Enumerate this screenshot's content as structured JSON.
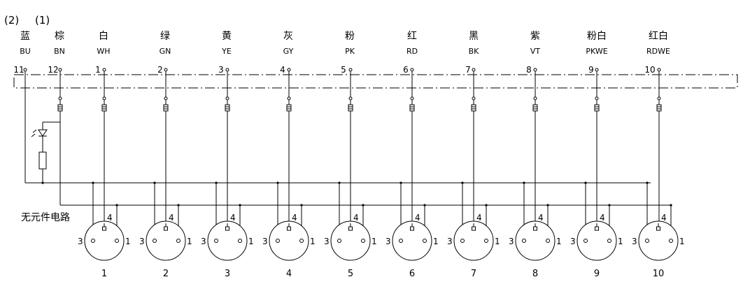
{
  "header": {
    "label_2": "(2)",
    "label_1": "(1)"
  },
  "wires": [
    {
      "cn": "蓝",
      "code": "BU",
      "num": "11"
    },
    {
      "cn": "棕",
      "code": "BN",
      "num": "12"
    },
    {
      "cn": "白",
      "code": "WH",
      "num": "1"
    },
    {
      "cn": "绿",
      "code": "GN",
      "num": "2"
    },
    {
      "cn": "黄",
      "code": "YE",
      "num": "3"
    },
    {
      "cn": "灰",
      "code": "GY",
      "num": "4"
    },
    {
      "cn": "粉",
      "code": "PK",
      "num": "5"
    },
    {
      "cn": "红",
      "code": "RD",
      "num": "6"
    },
    {
      "cn": "黑",
      "code": "BK",
      "num": "7"
    },
    {
      "cn": "紫",
      "code": "VT",
      "num": "8"
    },
    {
      "cn": "粉白",
      "code": "PKWE",
      "num": "9"
    },
    {
      "cn": "红白",
      "code": "RDWE",
      "num": "10"
    }
  ],
  "note": "无元件电路",
  "ports": [
    {
      "label": "1",
      "pin4": "4",
      "pin3": "3",
      "pin1": "1"
    },
    {
      "label": "2",
      "pin4": "4",
      "pin3": "3",
      "pin1": "1"
    },
    {
      "label": "3",
      "pin4": "4",
      "pin3": "3",
      "pin1": "1"
    },
    {
      "label": "4",
      "pin4": "4",
      "pin3": "3",
      "pin1": "1"
    },
    {
      "label": "5",
      "pin4": "4",
      "pin3": "3",
      "pin1": "1"
    },
    {
      "label": "6",
      "pin4": "4",
      "pin3": "3",
      "pin1": "1"
    },
    {
      "label": "7",
      "pin4": "4",
      "pin3": "3",
      "pin1": "1"
    },
    {
      "label": "8",
      "pin4": "4",
      "pin3": "3",
      "pin1": "1"
    },
    {
      "label": "9",
      "pin4": "4",
      "pin3": "3",
      "pin1": "1"
    },
    {
      "label": "10",
      "pin4": "4",
      "pin3": "3",
      "pin1": "1"
    }
  ]
}
